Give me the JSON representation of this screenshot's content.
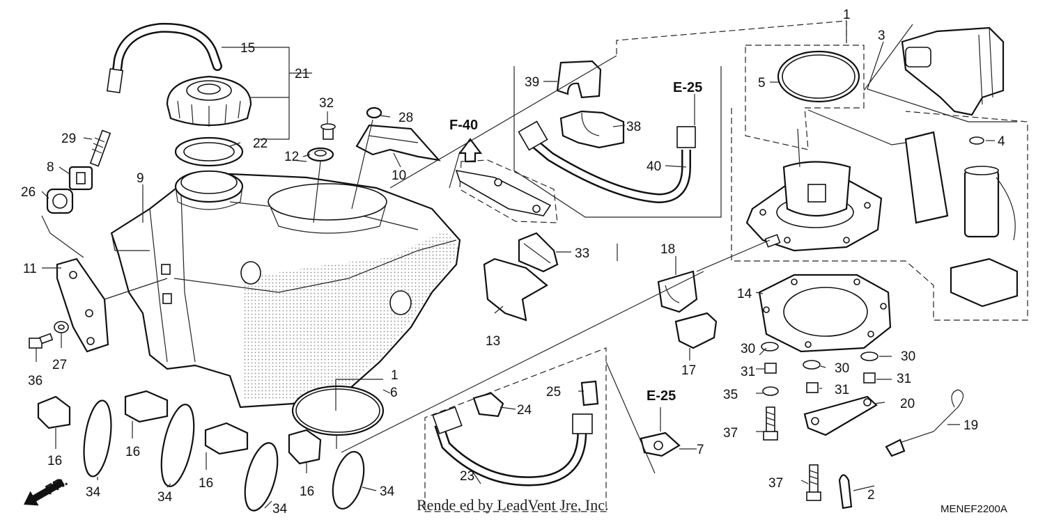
{
  "diagram": {
    "callouts": {
      "c1a": "1",
      "c1b": "1",
      "c2": "2",
      "c3": "3",
      "c4": "4",
      "c5": "5",
      "c6": "6",
      "c7": "7",
      "c8": "8",
      "c9": "9",
      "c10": "10",
      "c11": "11",
      "c12": "12",
      "c13": "13",
      "c14": "14",
      "c15": "15",
      "c16a": "16",
      "c16b": "16",
      "c16c": "16",
      "c16d": "16",
      "c17": "17",
      "c18": "18",
      "c19": "19",
      "c20": "20",
      "c21": "21",
      "c22": "22",
      "c23": "23",
      "c24": "24",
      "c25": "25",
      "c26": "26",
      "c27": "27",
      "c28": "28",
      "c29": "29",
      "c30a": "30",
      "c30b": "30",
      "c30c": "30",
      "c31a": "31",
      "c31b": "31",
      "c31c": "31",
      "c32": "32",
      "c33": "33",
      "c34a": "34",
      "c34b": "34",
      "c34c": "34",
      "c34d": "34",
      "c35": "35",
      "c36": "36",
      "c37a": "37",
      "c37b": "37",
      "c38": "38",
      "c39": "39",
      "c40": "40"
    },
    "refs": {
      "e25_top": "E-25",
      "e25_bottom": "E-25",
      "f40": "F-40"
    },
    "direction": "FR.",
    "footer": "Rende ed by LeadVent Jre, Inc.",
    "code": "MENEF2200A"
  }
}
